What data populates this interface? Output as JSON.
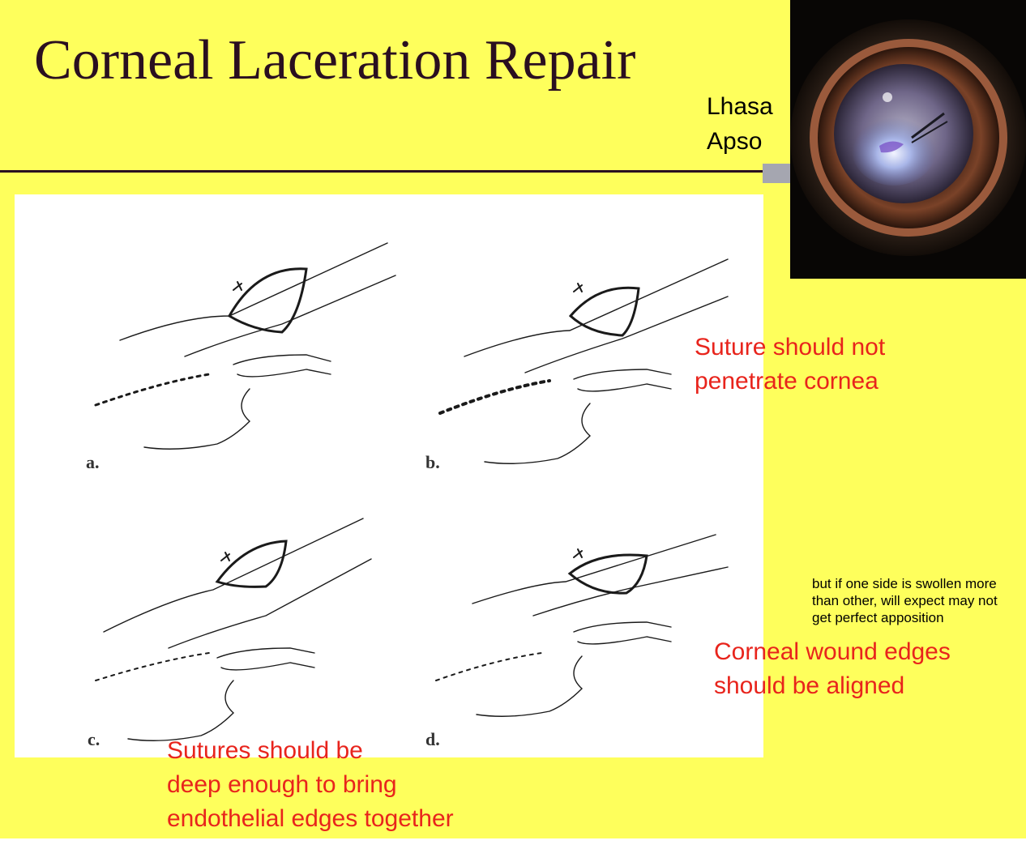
{
  "slide": {
    "title": "Corneal Laceration Repair",
    "breed_label": "Lhasa\nApso",
    "colors": {
      "background": "#feff5c",
      "title": "#2a0f20",
      "annotation": "#e8241c"
    }
  },
  "figure": {
    "panel_labels": [
      "a.",
      "b.",
      "c.",
      "d."
    ]
  },
  "annotations": {
    "suture_no_penetrate": "Suture should not\npenetrate cornea",
    "small_note": "but if one side is swollen more\nthan other, will expect may not\nget perfect apposition",
    "edges_aligned": "Corneal wound edges\nshould be aligned",
    "deep_enough": "Sutures should be\ndeep enough to bring\nendothelial edges together"
  }
}
